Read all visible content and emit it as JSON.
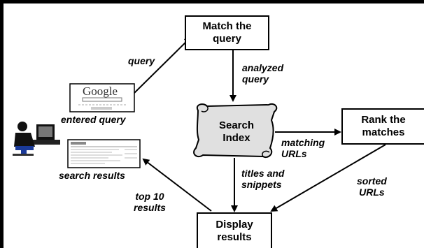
{
  "nodes": {
    "match_query": "Match the\nquery",
    "search_index": "Search\nIndex",
    "rank_matches": "Rank the\nmatches",
    "display_results": "Display\nresults"
  },
  "google_logo_text": "Google",
  "labels": {
    "query": "query",
    "analyzed_query": "analyzed\nquery",
    "entered_query": "entered query",
    "matching_urls": "matching\nURLs",
    "search_results": "search results",
    "titles_snippets": "titles and\nsnippets",
    "sorted_urls": "sorted\nURLs",
    "top10": "top 10\nresults"
  },
  "icons": [
    "user-at-computer-icon",
    "google-search-page-icon",
    "search-results-page-icon",
    "scroll-icon"
  ]
}
